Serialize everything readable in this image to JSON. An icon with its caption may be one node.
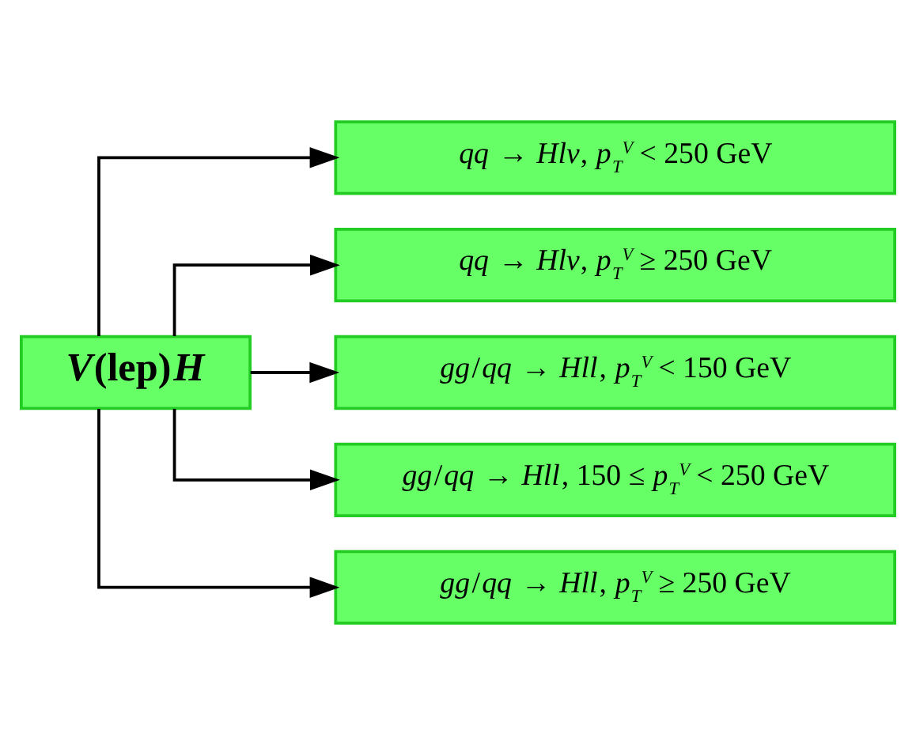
{
  "diagram": {
    "nodes": [
      {
        "text": [
          "*V*(lep)*H*"
        ]
      },
      {
        "text": [
          "*qq* → *Hlv*, *p*$_{T}$$^{V}$ < 250 GeV"
        ]
      },
      {
        "text": [
          "*qq* → *Hlv*, *p*$_{T}$$^{V}$ ≥ 250 GeV"
        ]
      },
      {
        "text": [
          "*gg*/*qq* → *Hll*, *p*$_{T}$$^{V}$ < 150 GeV"
        ]
      },
      {
        "text": [
          "*gg*/*qq* → *Hll*, 150 ≤ *p*$_{T}$$^{V}$ < 250 GeV"
        ]
      },
      {
        "text": [
          "*gg*/*qq* → *Hll*, *p*$_{T}$$^{V}$ ≥ 250 GeV"
        ]
      }
    ],
    "edges": [
      {
        "from": 0,
        "to": 1,
        "arrow": "to"
      },
      {
        "from": 0,
        "to": 2,
        "arrow": "to"
      },
      {
        "from": 0,
        "to": 3,
        "arrow": "to"
      },
      {
        "from": 0,
        "to": 4,
        "arrow": "to"
      },
      {
        "from": 0,
        "to": 5,
        "arrow": "to"
      }
    ]
  }
}
